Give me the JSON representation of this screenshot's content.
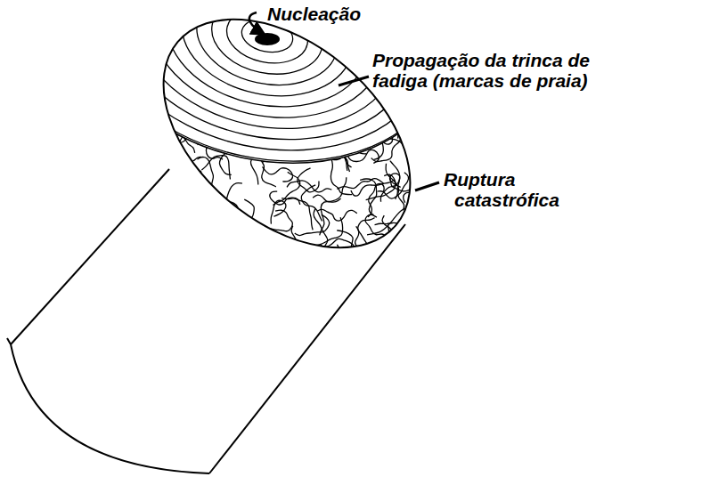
{
  "diagram": {
    "labels": [
      "Nucleação",
      "Propagação da trinca de fadiga (marcas de praia)",
      "Ruptura catastrófica"
    ]
  }
}
